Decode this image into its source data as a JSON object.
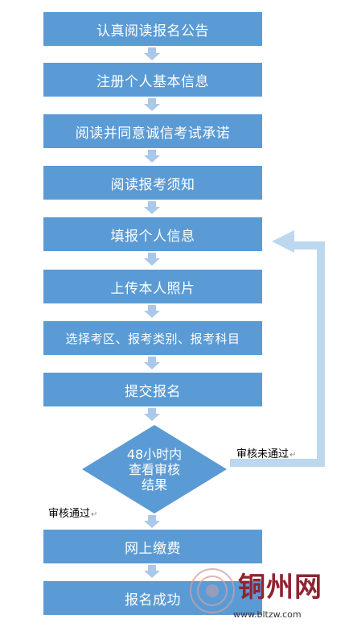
{
  "steps": [
    "认真阅读报名公告",
    "注册个人基本信息",
    "阅读并同意诚信考试承诺",
    "阅读报考须知",
    "填报个人信息",
    "上传本人照片",
    "选择考区、报考类别、报考科目",
    "提交报名"
  ],
  "decision": {
    "line1": "48小时内",
    "line2": "查看审核",
    "line3": "结果"
  },
  "after_steps": [
    "网上缴费",
    "报名成功"
  ],
  "labels": {
    "fail": "审核未通过",
    "pass": "审核通过"
  },
  "watermark": {
    "text": "铜州网",
    "url": "www.bltzw.com"
  },
  "colors": {
    "box": "#5b9bd5",
    "arrow": "#a9c8ea",
    "loop_arrow": "#bdd7ee"
  }
}
